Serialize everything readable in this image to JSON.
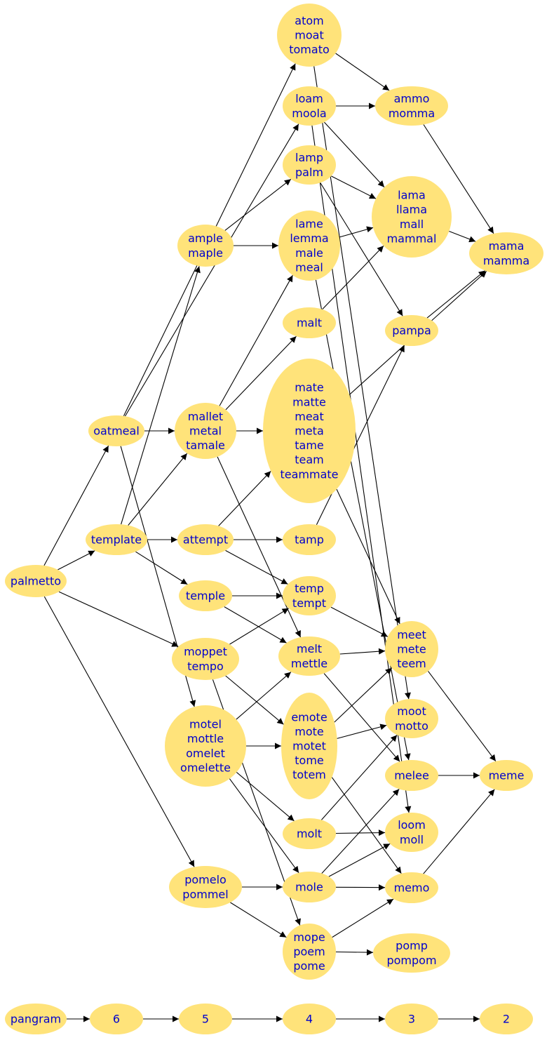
{
  "node_color": "#ffe37a",
  "text_color": "#0000cc",
  "edge_color": "#000000",
  "nodes": [
    {
      "id": "palmetto",
      "lines": [
        "palmetto"
      ]
    },
    {
      "id": "oatmeal",
      "lines": [
        "oatmeal"
      ]
    },
    {
      "id": "template",
      "lines": [
        "template"
      ]
    },
    {
      "id": "atom",
      "lines": [
        "atom",
        "moat",
        "tomato"
      ]
    },
    {
      "id": "loam",
      "lines": [
        "loam",
        "moola"
      ]
    },
    {
      "id": "ammo",
      "lines": [
        "ammo",
        "momma"
      ]
    },
    {
      "id": "lamp",
      "lines": [
        "lamp",
        "palm"
      ]
    },
    {
      "id": "lama",
      "lines": [
        "lama",
        "llama",
        "mall",
        "mammal"
      ]
    },
    {
      "id": "mama",
      "lines": [
        "mama",
        "mamma"
      ]
    },
    {
      "id": "ample",
      "lines": [
        "ample",
        "maple"
      ]
    },
    {
      "id": "lame",
      "lines": [
        "lame",
        "lemma",
        "male",
        "meal"
      ]
    },
    {
      "id": "malt",
      "lines": [
        "malt"
      ]
    },
    {
      "id": "pampa",
      "lines": [
        "pampa"
      ]
    },
    {
      "id": "mallet",
      "lines": [
        "mallet",
        "metal",
        "tamale"
      ]
    },
    {
      "id": "mate",
      "lines": [
        "mate",
        "matte",
        "meat",
        "meta",
        "tame",
        "team",
        "teammate"
      ]
    },
    {
      "id": "attempt",
      "lines": [
        "attempt"
      ]
    },
    {
      "id": "tamp",
      "lines": [
        "tamp"
      ]
    },
    {
      "id": "temple",
      "lines": [
        "temple"
      ]
    },
    {
      "id": "temp",
      "lines": [
        "temp",
        "tempt"
      ]
    },
    {
      "id": "meet",
      "lines": [
        "meet",
        "mete",
        "teem"
      ]
    },
    {
      "id": "moppet",
      "lines": [
        "moppet",
        "tempo"
      ]
    },
    {
      "id": "melt",
      "lines": [
        "melt",
        "mettle"
      ]
    },
    {
      "id": "motel",
      "lines": [
        "motel",
        "mottle",
        "omelet",
        "omelette"
      ]
    },
    {
      "id": "emote",
      "lines": [
        "emote",
        "mote",
        "motet",
        "tome",
        "totem"
      ]
    },
    {
      "id": "moot",
      "lines": [
        "moot",
        "motto"
      ]
    },
    {
      "id": "melee",
      "lines": [
        "melee"
      ]
    },
    {
      "id": "meme",
      "lines": [
        "meme"
      ]
    },
    {
      "id": "molt",
      "lines": [
        "molt"
      ]
    },
    {
      "id": "loom",
      "lines": [
        "loom",
        "moll"
      ]
    },
    {
      "id": "pomelo",
      "lines": [
        "pomelo",
        "pommel"
      ]
    },
    {
      "id": "mole",
      "lines": [
        "mole"
      ]
    },
    {
      "id": "memo",
      "lines": [
        "memo"
      ]
    },
    {
      "id": "mope",
      "lines": [
        "mope",
        "poem",
        "pome"
      ]
    },
    {
      "id": "pomp",
      "lines": [
        "pomp",
        "pompom"
      ]
    },
    {
      "id": "pangram",
      "lines": [
        "pangram"
      ]
    },
    {
      "id": "n6",
      "lines": [
        "6"
      ]
    },
    {
      "id": "n5",
      "lines": [
        "5"
      ]
    },
    {
      "id": "n4",
      "lines": [
        "4"
      ]
    },
    {
      "id": "n3",
      "lines": [
        "3"
      ]
    },
    {
      "id": "n2",
      "lines": [
        "2"
      ]
    }
  ],
  "edges": [
    {
      "from": "palmetto",
      "to": "oatmeal"
    },
    {
      "from": "palmetto",
      "to": "template"
    },
    {
      "from": "palmetto",
      "to": "moppet"
    },
    {
      "from": "palmetto",
      "to": "pomelo"
    },
    {
      "from": "oatmeal",
      "to": "atom"
    },
    {
      "from": "oatmeal",
      "to": "loam"
    },
    {
      "from": "oatmeal",
      "to": "mallet"
    },
    {
      "from": "oatmeal",
      "to": "motel"
    },
    {
      "from": "template",
      "to": "ample"
    },
    {
      "from": "template",
      "to": "mallet"
    },
    {
      "from": "template",
      "to": "attempt"
    },
    {
      "from": "template",
      "to": "temple"
    },
    {
      "from": "atom",
      "to": "ammo"
    },
    {
      "from": "atom",
      "to": "moot"
    },
    {
      "from": "loam",
      "to": "ammo"
    },
    {
      "from": "loam",
      "to": "lama"
    },
    {
      "from": "loam",
      "to": "loom"
    },
    {
      "from": "ammo",
      "to": "mama"
    },
    {
      "from": "lamp",
      "to": "lama"
    },
    {
      "from": "lamp",
      "to": "pampa"
    },
    {
      "from": "lama",
      "to": "mama"
    },
    {
      "from": "ample",
      "to": "lamp"
    },
    {
      "from": "ample",
      "to": "lame"
    },
    {
      "from": "lame",
      "to": "lama"
    },
    {
      "from": "lame",
      "to": "melee"
    },
    {
      "from": "malt",
      "to": "lama"
    },
    {
      "from": "pampa",
      "to": "mama"
    },
    {
      "from": "mallet",
      "to": "lame"
    },
    {
      "from": "mallet",
      "to": "malt"
    },
    {
      "from": "mallet",
      "to": "mate"
    },
    {
      "from": "mallet",
      "to": "melt"
    },
    {
      "from": "mate",
      "to": "mama"
    },
    {
      "from": "mate",
      "to": "meet"
    },
    {
      "from": "attempt",
      "to": "mate"
    },
    {
      "from": "attempt",
      "to": "tamp"
    },
    {
      "from": "attempt",
      "to": "temp"
    },
    {
      "from": "tamp",
      "to": "pampa"
    },
    {
      "from": "temple",
      "to": "temp"
    },
    {
      "from": "temple",
      "to": "melt"
    },
    {
      "from": "temp",
      "to": "meet"
    },
    {
      "from": "meet",
      "to": "meme"
    },
    {
      "from": "moppet",
      "to": "temp"
    },
    {
      "from": "moppet",
      "to": "emote"
    },
    {
      "from": "moppet",
      "to": "mope"
    },
    {
      "from": "melt",
      "to": "meet"
    },
    {
      "from": "melt",
      "to": "melee"
    },
    {
      "from": "motel",
      "to": "melt"
    },
    {
      "from": "motel",
      "to": "emote"
    },
    {
      "from": "motel",
      "to": "molt"
    },
    {
      "from": "motel",
      "to": "mole"
    },
    {
      "from": "emote",
      "to": "meet"
    },
    {
      "from": "emote",
      "to": "moot"
    },
    {
      "from": "emote",
      "to": "memo"
    },
    {
      "from": "melee",
      "to": "meme"
    },
    {
      "from": "molt",
      "to": "moot"
    },
    {
      "from": "molt",
      "to": "loom"
    },
    {
      "from": "pomelo",
      "to": "mole"
    },
    {
      "from": "pomelo",
      "to": "mope"
    },
    {
      "from": "mole",
      "to": "melee"
    },
    {
      "from": "mole",
      "to": "loom"
    },
    {
      "from": "mole",
      "to": "memo"
    },
    {
      "from": "memo",
      "to": "meme"
    },
    {
      "from": "mope",
      "to": "memo"
    },
    {
      "from": "mope",
      "to": "pomp"
    },
    {
      "from": "pangram",
      "to": "n6"
    },
    {
      "from": "n6",
      "to": "n5"
    },
    {
      "from": "n5",
      "to": "n4"
    },
    {
      "from": "n4",
      "to": "n3"
    },
    {
      "from": "n3",
      "to": "n2"
    }
  ]
}
